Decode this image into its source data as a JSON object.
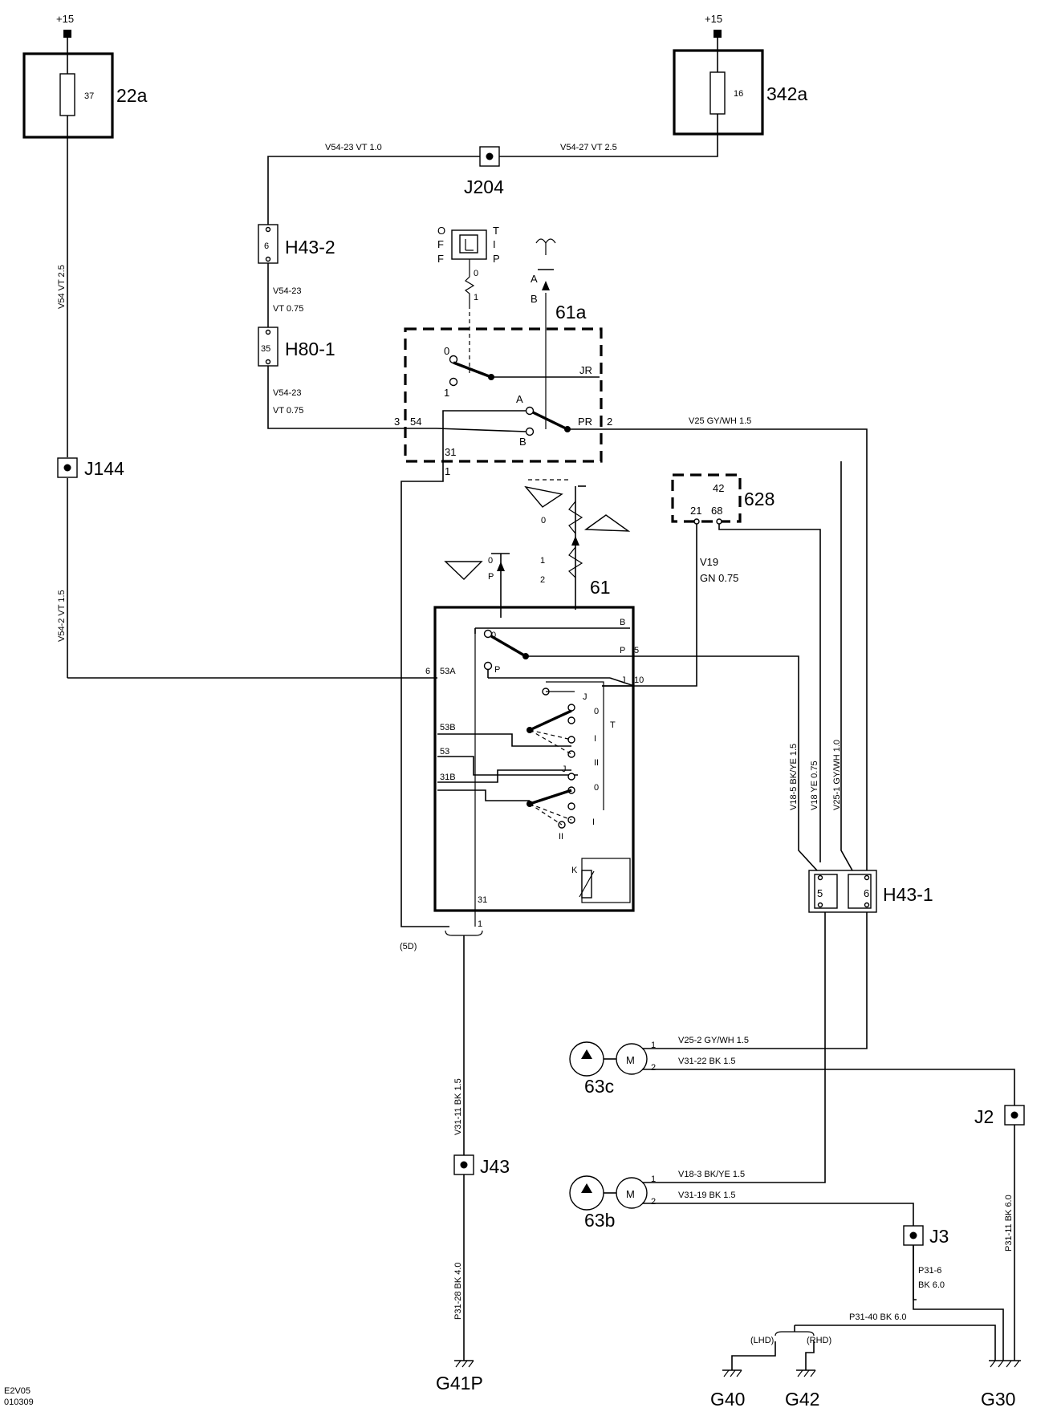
{
  "supply": {
    "left": "+15",
    "right": "+15"
  },
  "fuses": {
    "f22a": {
      "num": "37",
      "label": "22a"
    },
    "f342a": {
      "num": "16",
      "label": "342a"
    }
  },
  "junctions": {
    "j204": "J204",
    "j144": "J144",
    "j43": "J43",
    "j2": "J2",
    "j3": "J3"
  },
  "connectors": {
    "h43_2": {
      "pin": "6",
      "label": "H43-2"
    },
    "h80_1": {
      "pin": "35",
      "label": "H80-1"
    },
    "h43_1": {
      "pin_a": "5",
      "pin_b": "6",
      "label": "H43-1"
    }
  },
  "wires": {
    "w1": "V54-23  VT   1.0",
    "w2": "V54-27  VT   2.5",
    "w3": "V54   VT   2.5",
    "w4a": "V54-23",
    "w4b": "VT 0.75",
    "w5a": "V54-23",
    "w5b": "VT  0.75",
    "w6": "V25   GY/WH  1.5",
    "w7a": "V19",
    "w7b": "GN 0.75",
    "w8": "V54-2  VT   1.5",
    "w9": "V18-5  BK/YE  1.5",
    "w10": "V18  YE  0.75",
    "w11": "V25-1  GY/WH 1.0",
    "w12": "V31-11 BK  1.5",
    "w13": "P31-28  BK   4.0",
    "w14": "V25-2   GY/WH   1.5",
    "w15": "V31-22   BK   1.5",
    "w16": "V18-3   BK/YE   1.5",
    "w17": "V31-19   BK   1.5",
    "w18a": "P31-6",
    "w18b": "BK 6.0",
    "w19": "P31-40  BK   6.0",
    "w20": "P31-11   BK   6.0"
  },
  "components": {
    "c61a": "61a",
    "c61": "61",
    "c628": "628",
    "c63c": "63c",
    "c63b": "63b"
  },
  "pins": {
    "p61a_0": "0",
    "p61a_1": "1",
    "p61a_JR": "JR",
    "p61a_A": "A",
    "p61a_B": "B",
    "p61a_PR": "PR",
    "p61a_3": "3",
    "p61a_54": "54",
    "p61a_2": "2",
    "p61a_31": "31",
    "p61a_1b": "1",
    "pOFF_O": "O",
    "pOFF_F": "F",
    "pOFF_F2": "F",
    "pOFF_T": "T",
    "pOFF_I": "I",
    "pOFF_P": "P",
    "pOFF_0": "0",
    "pOFF_1": "1",
    "pAB_A": "A",
    "pAB_B": "B",
    "p628_42": "42",
    "p628_21": "21",
    "p628_68": "68",
    "pwip_0": "0",
    "pwip_1": "1",
    "pwip_2": "2",
    "pwp_0": "0",
    "pwp_P": "P",
    "p61_B": "B",
    "p61_0": "0",
    "p61_P": "P",
    "p61_5": "5",
    "p61_6": "6",
    "p61_53A": "53A",
    "p61_Pc": "P",
    "p61_J": "J",
    "p61_10": "10",
    "p61_Jc": "J",
    "p61_0b": "0",
    "p61_T": "T",
    "p61_I": "I",
    "p61_53B": "53B",
    "p61_53": "53",
    "p61_II": "II",
    "p61_31B": "31B",
    "p61_J2": "J",
    "p61_0c": "0",
    "p61_I2": "I",
    "p61_II2": "II",
    "p61_K": "K",
    "p61_31": "31",
    "p61_1": "1",
    "m63c_1": "1",
    "m63c_2": "2",
    "m63b_1": "1",
    "m63b_2": "2",
    "m": "M"
  },
  "misc": {
    "p5d": "(5D)",
    "lhd": "(LHD)",
    "rhd": "(RHD)"
  },
  "grounds": {
    "g41p": "G41P",
    "g40": "G40",
    "g42": "G42",
    "g30": "G30"
  },
  "footer": {
    "code": "E2V05",
    "date": "010309"
  }
}
